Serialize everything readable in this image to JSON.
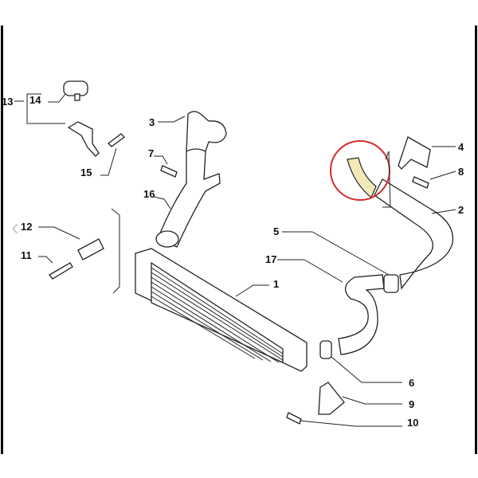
{
  "diagram": {
    "title": "Intercooler and charge air hoses",
    "callouts": [
      "1",
      "2",
      "3",
      "4",
      "5",
      "6",
      "7",
      "8",
      "9",
      "10",
      "11",
      "12",
      "13",
      "14",
      "15",
      "16",
      "17"
    ],
    "highlight_color": "#d42a2a",
    "highlight_fill": "#f3e9b8",
    "highlighted_part": "2"
  }
}
